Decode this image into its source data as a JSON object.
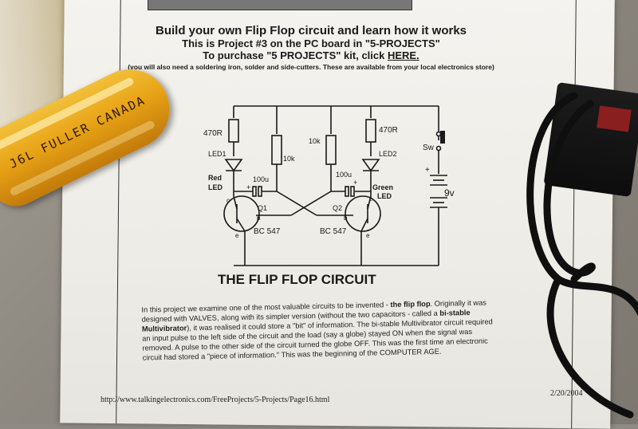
{
  "header": {
    "title": "Build your own Flip Flop circuit and learn how it works",
    "subtitle_1": "This is Project #3 on the PC board in \"5-PROJECTS\"",
    "subtitle_2_prefix": "To purchase \"5 PROJECTS\" kit, click ",
    "subtitle_2_link": "HERE.",
    "note": "(you will also need a soldering iron, solder and side-cutters. These are available from your local electronics store)"
  },
  "circuit": {
    "title": "THE FLIP FLOP CIRCUIT",
    "r1": "470R",
    "r2": "470R",
    "r3": "10k",
    "r4": "10k",
    "led1": "LED1",
    "led2": "LED2",
    "red_led_1": "Red",
    "red_led_2": "LED",
    "green_led_1": "Green",
    "green_led_2": "LED",
    "c1": "100u",
    "c2": "100u",
    "q1": "Q1",
    "q2": "Q2",
    "bc1": "BC 547",
    "bc2": "BC 547",
    "switch": "Sw",
    "battery": "9v",
    "plus": "+",
    "c": "c",
    "b": "b",
    "e": "e"
  },
  "body": {
    "p1": "In this project we examine one of the most valuable circuits to be invented - ",
    "p1_bold": "the flip flop",
    "p2": ". Originally it was designed with VALVES, along with its simpler version (without the two capacitors - called a ",
    "p2_bold": "bi-stable Multivibrator",
    "p3": "), it was realised it could store a \"bit\" of information. The bi-stable Multivibrator circuit required an input pulse to the left side of the circuit and the load (say a globe) stayed ON when the signal was removed. A pulse to the other side of the circuit turned the globe OFF. This was the first time an electronic circuit had stored a \"piece of information.\" This was the beginning of the COMPUTER AGE."
  },
  "footer": {
    "url": "http://www.talkingelectronics.com/FreeProjects/5-Projects/Page16.html",
    "date": "2/20/2004"
  },
  "screwdriver": {
    "label": "J6L FULLER CANADA"
  }
}
